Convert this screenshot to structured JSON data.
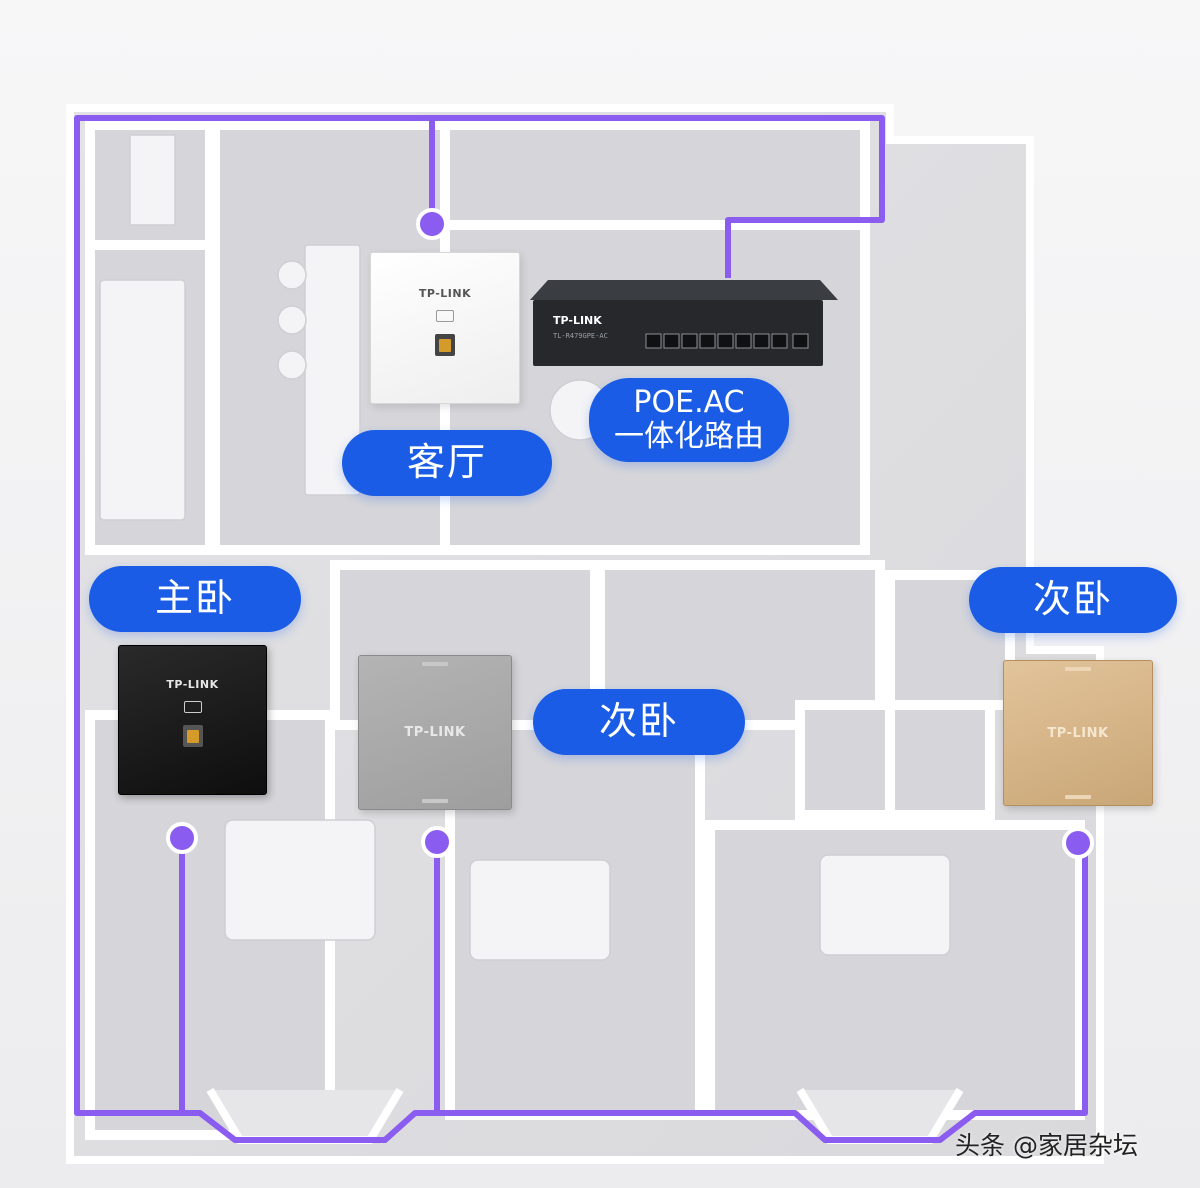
{
  "rooms": {
    "living_room": "客厅",
    "master_bedroom": "主卧",
    "second_bedroom_center": "次卧",
    "second_bedroom_right": "次卧"
  },
  "router": {
    "label_line1": "POE.AC",
    "label_line2": "一体化路由",
    "brand": "TP-LINK",
    "model": "TL-R479GPE-AC"
  },
  "panels": {
    "white_brand": "TP-LINK",
    "black_brand": "TP-LINK",
    "gray_brand": "TP-LINK",
    "gold_brand": "TP-LINK"
  },
  "watermark": "头条 @家居杂坛",
  "colors": {
    "cable": "#8a5cf0",
    "label_bg": "#1a5ce6",
    "label_text": "#ffffff"
  }
}
